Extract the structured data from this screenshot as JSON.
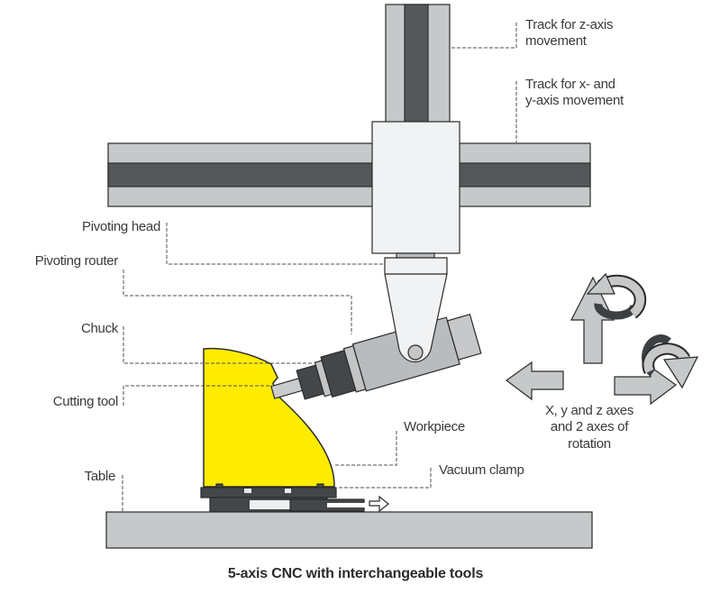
{
  "labels": {
    "track_z": "Track for z-axis\nmovement",
    "track_xy": "Track for x- and\ny-axis movement",
    "pivoting_head": "Pivoting head",
    "pivoting_router": "Pivoting router",
    "chuck": "Chuck",
    "cutting_tool": "Cutting tool",
    "workpiece": "Workpiece",
    "vacuum_clamp": "Vacuum clamp",
    "table": "Table",
    "axes_note": "X, y and z axes\nand 2 axes of\nrotation"
  },
  "caption": "5-axis CNC with interchangeable tools",
  "colors": {
    "workpiece_yellow": "#ffec00",
    "machine_light_gray": "#c6c9ca",
    "machine_mid_gray": "#b9bcbe",
    "machine_dark_gray": "#55585b",
    "clamp_dark_gray": "#44474a",
    "housing_white": "#f1f2f3",
    "outline": "#2a2a2a",
    "label_text": "#3a3a3a"
  }
}
